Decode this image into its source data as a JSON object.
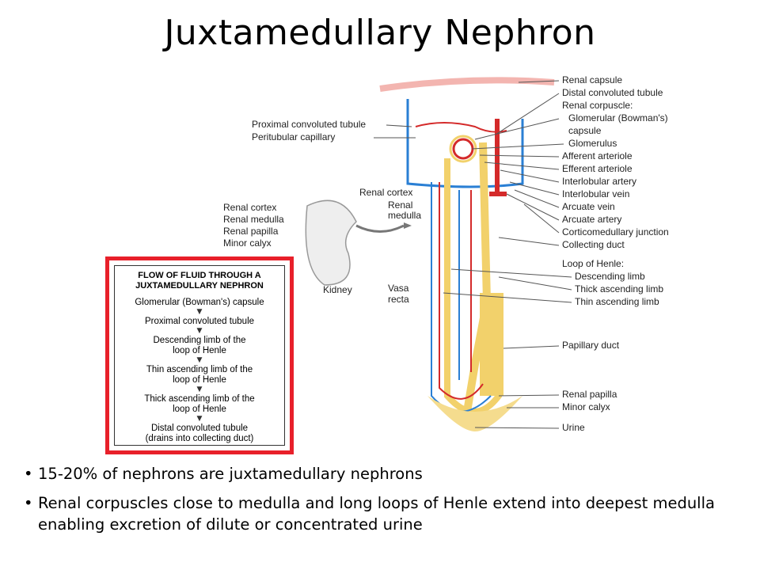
{
  "title": "Juxtamedullary Nephron",
  "kidney_inset": {
    "labels": [
      "Renal cortex",
      "Renal medulla",
      "Renal papilla",
      "Minor calyx"
    ],
    "kidney_label": "Kidney"
  },
  "nephron_left_labels": {
    "proximal": "Proximal convoluted tubule",
    "peritubular": "Peritubular capillary",
    "renal_cortex": "Renal cortex",
    "renal_medulla_1": "Renal",
    "renal_medulla_2": "medulla",
    "vasa_recta_1": "Vasa",
    "vasa_recta_2": "recta"
  },
  "right_labels": [
    "Renal capsule",
    "Distal convoluted tubule",
    "Renal corpuscle:",
    "Glomerular (Bowman's)",
    "capsule",
    "Glomerulus",
    "Afferent arteriole",
    "Efferent arteriole",
    "Interlobular artery",
    "Interlobular vein",
    "Arcuate vein",
    "Arcuate artery",
    "Corticomedullary junction",
    "Collecting duct",
    "Loop of Henle:",
    "Descending limb",
    "Thick ascending limb",
    "Thin ascending limb",
    "Papillary duct",
    "Renal papilla",
    "Minor calyx",
    "Urine"
  ],
  "flow": {
    "title_line1": "FLOW OF FLUID THROUGH A",
    "title_line2": "JUXTAMEDULLARY NEPHRON",
    "steps": [
      "Glomerular (Bowman's) capsule",
      "Proximal convoluted tubule",
      "Descending limb of the",
      "loop of Henle",
      "Thin ascending limb of the",
      "loop of Henle",
      "Thick ascending limb of the",
      "loop of Henle",
      "Distal convoluted tubule",
      "(drains into collecting duct)"
    ]
  },
  "bullets": [
    "15-20% of nephrons are juxtamedullary nephrons",
    "Renal corpuscles close to medulla and long loops of Henle extend into deepest medulla enabling excretion of dilute or concentrated urine"
  ],
  "colors": {
    "artery": "#d42a2a",
    "vein": "#2a7fd4",
    "tubule": "#f2d16b",
    "flow_border": "#e8202a"
  }
}
